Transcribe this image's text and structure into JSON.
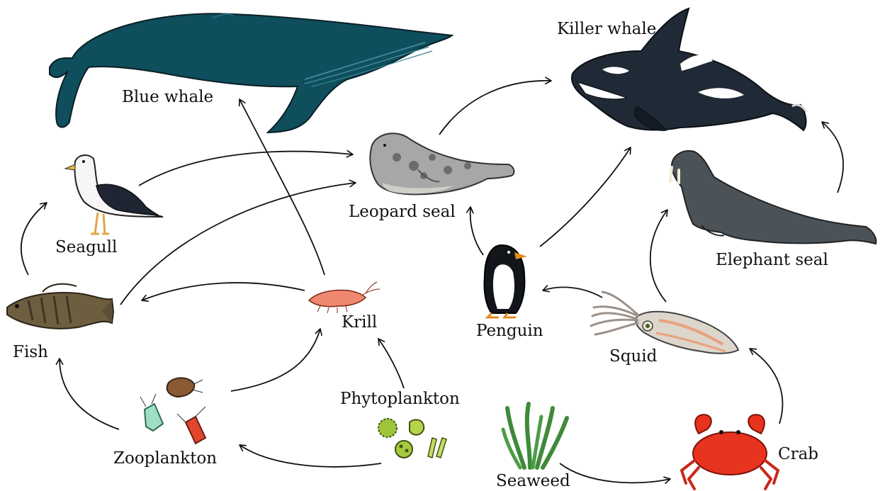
{
  "organisms": {
    "blue_whale": "Blue whale",
    "killer_whale": "Killer whale",
    "leopard_seal": "Leopard seal",
    "seagull": "Seagull",
    "elephant_seal": "Elephant seal",
    "fish": "Fish",
    "krill": "Krill",
    "penguin": "Penguin",
    "squid": "Squid",
    "phytoplankton": "Phytoplankton",
    "zooplankton": "Zooplankton",
    "seaweed": "Seaweed",
    "crab": "Crab"
  },
  "links": [
    {
      "from": "Krill",
      "to": "Blue whale"
    },
    {
      "from": "Leopard seal",
      "to": "Killer whale"
    },
    {
      "from": "Penguin",
      "to": "Killer whale"
    },
    {
      "from": "Elephant seal",
      "to": "Killer whale"
    },
    {
      "from": "Seagull",
      "to": "Leopard seal"
    },
    {
      "from": "Fish",
      "to": "Leopard seal"
    },
    {
      "from": "Penguin",
      "to": "Leopard seal"
    },
    {
      "from": "Fish",
      "to": "Seagull"
    },
    {
      "from": "Krill",
      "to": "Fish"
    },
    {
      "from": "Zooplankton",
      "to": "Fish"
    },
    {
      "from": "Zooplankton",
      "to": "Krill"
    },
    {
      "from": "Phytoplankton",
      "to": "Krill"
    },
    {
      "from": "Phytoplankton",
      "to": "Zooplankton"
    },
    {
      "from": "Squid",
      "to": "Penguin"
    },
    {
      "from": "Squid",
      "to": "Elephant seal"
    },
    {
      "from": "Crab",
      "to": "Squid"
    },
    {
      "from": "Seaweed",
      "to": "Crab"
    }
  ],
  "colors": {
    "blue_whale": "#0f4e5c",
    "killer_whale": "#1f2a36",
    "leopard_seal": "#a7a7a7",
    "elephant_seal": "#4b5358",
    "krill": "#f0876f",
    "crab": "#e8331f",
    "seaweed": "#3f8a3a",
    "phytoplankton": "#9dc43a",
    "fish": "#6d5e3f",
    "squid": "#ddd6cd",
    "arrow": "#111111"
  }
}
